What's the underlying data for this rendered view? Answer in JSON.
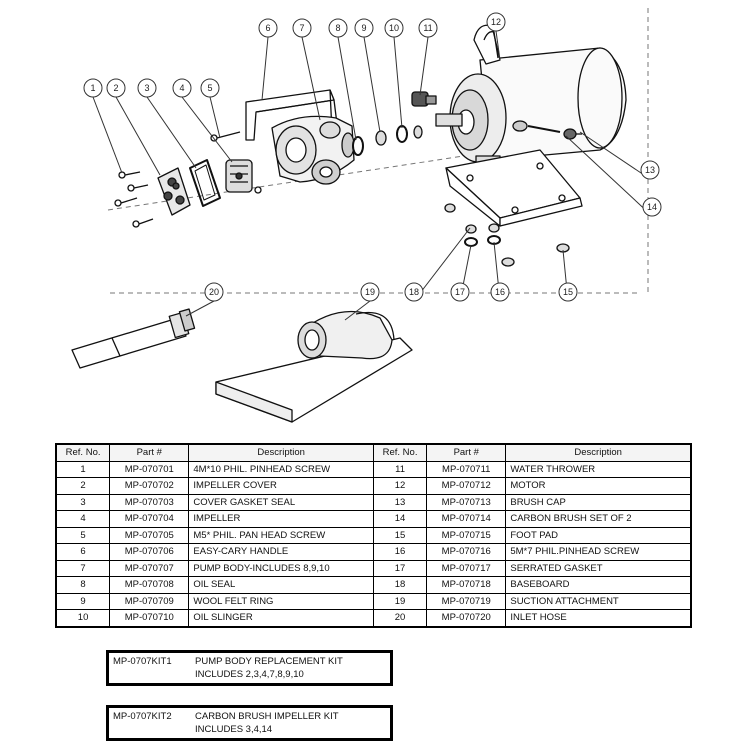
{
  "diagram": {
    "callouts": [
      "1",
      "2",
      "3",
      "4",
      "5",
      "6",
      "7",
      "8",
      "9",
      "10",
      "11",
      "12",
      "13",
      "14",
      "15",
      "16",
      "17",
      "18",
      "19",
      "20"
    ]
  },
  "table": {
    "headers": [
      "Ref. No.",
      "Part #",
      "Description",
      "Ref. No.",
      "Part #",
      "Description"
    ],
    "rows": [
      {
        "ref1": "1",
        "part1": "MP-070701",
        "desc1": "4M*10 PHIL. PINHEAD SCREW",
        "ref2": "11",
        "part2": "MP-070711",
        "desc2": "WATER THROWER"
      },
      {
        "ref1": "2",
        "part1": "MP-070702",
        "desc1": "IMPELLER COVER",
        "ref2": "12",
        "part2": "MP-070712",
        "desc2": "MOTOR"
      },
      {
        "ref1": "3",
        "part1": "MP-070703",
        "desc1": "COVER GASKET SEAL",
        "ref2": "13",
        "part2": "MP-070713",
        "desc2": "BRUSH CAP"
      },
      {
        "ref1": "4",
        "part1": "MP-070704",
        "desc1": "IMPELLER",
        "ref2": "14",
        "part2": "MP-070714",
        "desc2": "CARBON BRUSH SET OF 2"
      },
      {
        "ref1": "5",
        "part1": "MP-070705",
        "desc1": "M5* PHIL. PAN HEAD SCREW",
        "ref2": "15",
        "part2": "MP-070715",
        "desc2": "FOOT PAD"
      },
      {
        "ref1": "6",
        "part1": "MP-070706",
        "desc1": "EASY-CARY HANDLE",
        "ref2": "16",
        "part2": "MP-070716",
        "desc2": "5M*7 PHIL.PINHEAD SCREW"
      },
      {
        "ref1": "7",
        "part1": "MP-070707",
        "desc1": "PUMP BODY-INCLUDES 8,9,10",
        "ref2": "17",
        "part2": "MP-070717",
        "desc2": "SERRATED GASKET"
      },
      {
        "ref1": "8",
        "part1": "MP-070708",
        "desc1": "OIL SEAL",
        "ref2": "18",
        "part2": "MP-070718",
        "desc2": "BASEBOARD"
      },
      {
        "ref1": "9",
        "part1": "MP-070709",
        "desc1": "WOOL FELT RING",
        "ref2": "19",
        "part2": "MP-070719",
        "desc2": "SUCTION ATTACHMENT"
      },
      {
        "ref1": "10",
        "part1": "MP-070710",
        "desc1": "OIL SLINGER",
        "ref2": "20",
        "part2": "MP-070720",
        "desc2": "INLET HOSE"
      }
    ]
  },
  "kits": [
    {
      "code": "MP-0707KIT1",
      "title": "PUMP BODY REPLACEMENT KIT",
      "includes": "INCLUDES 2,3,4,7,8,9,10"
    },
    {
      "code": "MP-0707KIT2",
      "title": "CARBON BRUSH IMPELLER KIT",
      "includes": "INCLUDES 3,4,14"
    }
  ]
}
